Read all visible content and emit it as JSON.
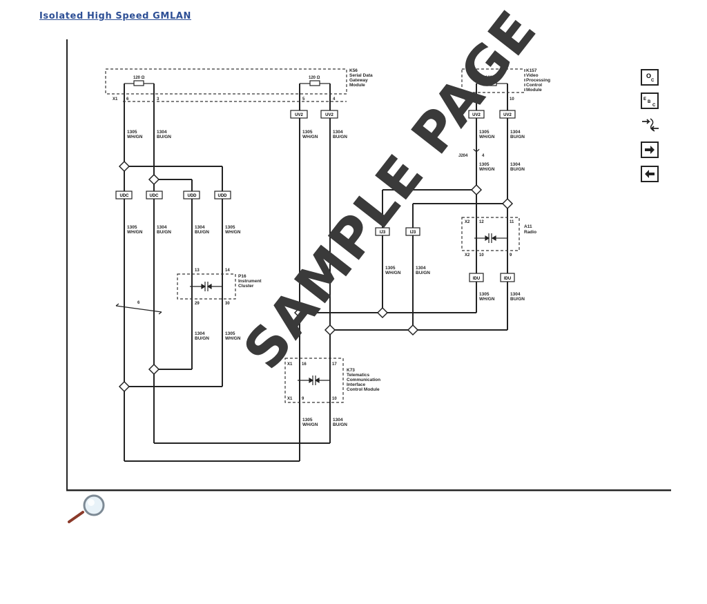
{
  "page": {
    "title": "Isolated High Speed GMLAN",
    "watermark": "SAMPLE PAGE"
  },
  "modules": {
    "k56": {
      "id": "K56",
      "name_lines": [
        "Serial Data",
        "Gateway",
        "Module"
      ]
    },
    "k157": {
      "id": "K157",
      "name_lines": [
        "Video",
        "Processing",
        "Control",
        "Module"
      ]
    },
    "p16": {
      "id": "P16",
      "name_lines": [
        "Instrument",
        "Cluster"
      ]
    },
    "a11": {
      "id": "A11",
      "name_lines": [
        "Radio"
      ]
    },
    "k73": {
      "id": "K73",
      "name_lines": [
        "Telematics",
        "Communication",
        "Interface",
        "Control Module"
      ]
    }
  },
  "resistors": [
    "120 Ω",
    "120 Ω",
    "120 Ω"
  ],
  "pins": {
    "k56_x1": "X1",
    "k56_a": "6",
    "k56_b": "3",
    "k56_c": "5",
    "k56_d": "4",
    "k157_x1": "X1",
    "k157_a": "13",
    "k157_b": "10",
    "p16_a": "13",
    "p16_b": "14",
    "p16_c": "29",
    "p16_d": "30",
    "a11_x2_top": "X2",
    "a11_a": "12",
    "a11_b": "11",
    "a11_x2_bot": "X2",
    "a11_c": "10",
    "a11_d": "9",
    "k73_x1_top": "X1",
    "k73_a": "16",
    "k73_b": "17",
    "k73_x1_bot": "X1",
    "k73_c": "9",
    "k73_d": "10",
    "splice_id": "J204",
    "splice_pin": "4",
    "twist_num": "6"
  },
  "splice_tags": {
    "uv2_a": "UV2",
    "uv2_b": "UV2",
    "uv2_c": "UV2",
    "uv2_d": "UV2",
    "udc_a": "UDC",
    "udc_b": "UDC",
    "udd_a": "UDD",
    "udd_b": "UDD",
    "ij3_a": "IJ3",
    "ij3_b": "IJ3",
    "idu_a": "IDU",
    "idu_b": "IDU"
  },
  "wires": {
    "w1": [
      "1305",
      "WH/GN"
    ],
    "w2": [
      "1304",
      "BU/GN"
    ],
    "w3": [
      "1305",
      "WH/GN"
    ],
    "w4": [
      "1304",
      "BU/GN"
    ],
    "w5": [
      "1305",
      "WH/GN"
    ],
    "w6": [
      "1304",
      "BU/GN"
    ],
    "w7": [
      "1305",
      "WH/GN"
    ],
    "w8": [
      "1304",
      "BU/GN"
    ],
    "w9": [
      "1304",
      "BU/GN"
    ],
    "w10": [
      "1305",
      "WH/GN"
    ],
    "w11": [
      "1304",
      "BU/GN"
    ],
    "w12": [
      "1305",
      "WH/GN"
    ],
    "w13": [
      "1305",
      "WH/GN"
    ],
    "w14": [
      "1304",
      "BU/GN"
    ],
    "w15": [
      "1305",
      "WH/GN"
    ],
    "w16": [
      "1304",
      "BU/GN"
    ],
    "w17": [
      "1305",
      "WH/GN"
    ],
    "w18": [
      "1304",
      "BU/GN"
    ],
    "w19": [
      "1305",
      "WH/GN"
    ],
    "w20": [
      "1304",
      "BU/GN"
    ]
  },
  "side_icons": [
    "component-locator-icon",
    "connector-end-view-icon",
    "wiring-path-icon",
    "next-page-icon",
    "previous-page-icon"
  ],
  "side_icon_text": {
    "oc_a": "O",
    "oc_b": "C",
    "ebc_a": "E",
    "ebc_b": "B",
    "ebc_c": "C"
  }
}
